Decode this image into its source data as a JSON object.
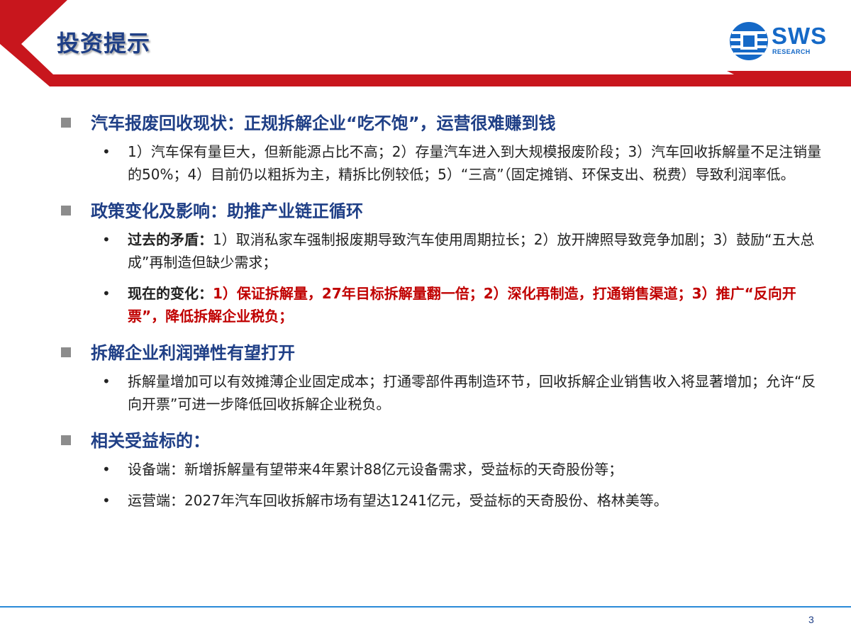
{
  "header": {
    "title": "投资提示"
  },
  "logo": {
    "word": "SWS",
    "sub": "RESEARCH"
  },
  "colors": {
    "accent_red": "#c8161d",
    "heading_blue": "#1f3f86",
    "logo_blue": "#1569c7",
    "footer_line": "#2a8ad8",
    "highlight_red": "#c00000"
  },
  "sections": [
    {
      "heading": "汽车报废回收现状：正规拆解企业“吃不饱”，运营很难赚到钱",
      "bullets": [
        {
          "label": "",
          "text": "1）汽车保有量巨大，但新能源占比不高；2）存量汽车进入到大规模报废阶段；3）汽车回收拆解量不足注销量的50%；4）目前仍以粗拆为主，精拆比例较低；5）“三高”（固定摊销、环保支出、税费）导致利润率低。"
        }
      ]
    },
    {
      "heading": "政策变化及影响：助推产业链正循环",
      "bullets": [
        {
          "label": "过去的矛盾：",
          "text": "1）取消私家车强制报废期导致汽车使用周期拉长；2）放开牌照导致竞争加剧；3）鼓励“五大总成”再制造但缺少需求；"
        },
        {
          "label": "现在的变化：",
          "text": "1）保证拆解量，27年目标拆解量翻一倍；2）深化再制造，打通销售渠道；3）推广“反向开票”，降低拆解企业税负；"
        }
      ]
    },
    {
      "heading": "拆解企业利润弹性有望打开",
      "bullets": [
        {
          "label": "",
          "text": "拆解量增加可以有效摊薄企业固定成本；打通零部件再制造环节，回收拆解企业销售收入将显著增加；允许“反向开票”可进一步降低回收拆解企业税负。"
        }
      ]
    },
    {
      "heading": "相关受益标的：",
      "bullets": [
        {
          "label": "",
          "text": "设备端：新增拆解量有望带来4年累计88亿元设备需求，受益标的天奇股份等；"
        },
        {
          "label": "",
          "text": "运营端：2027年汽车回收拆解市场有望达1241亿元，受益标的天奇股份、格林美等。"
        }
      ]
    }
  ],
  "footer": {
    "page": "3"
  }
}
